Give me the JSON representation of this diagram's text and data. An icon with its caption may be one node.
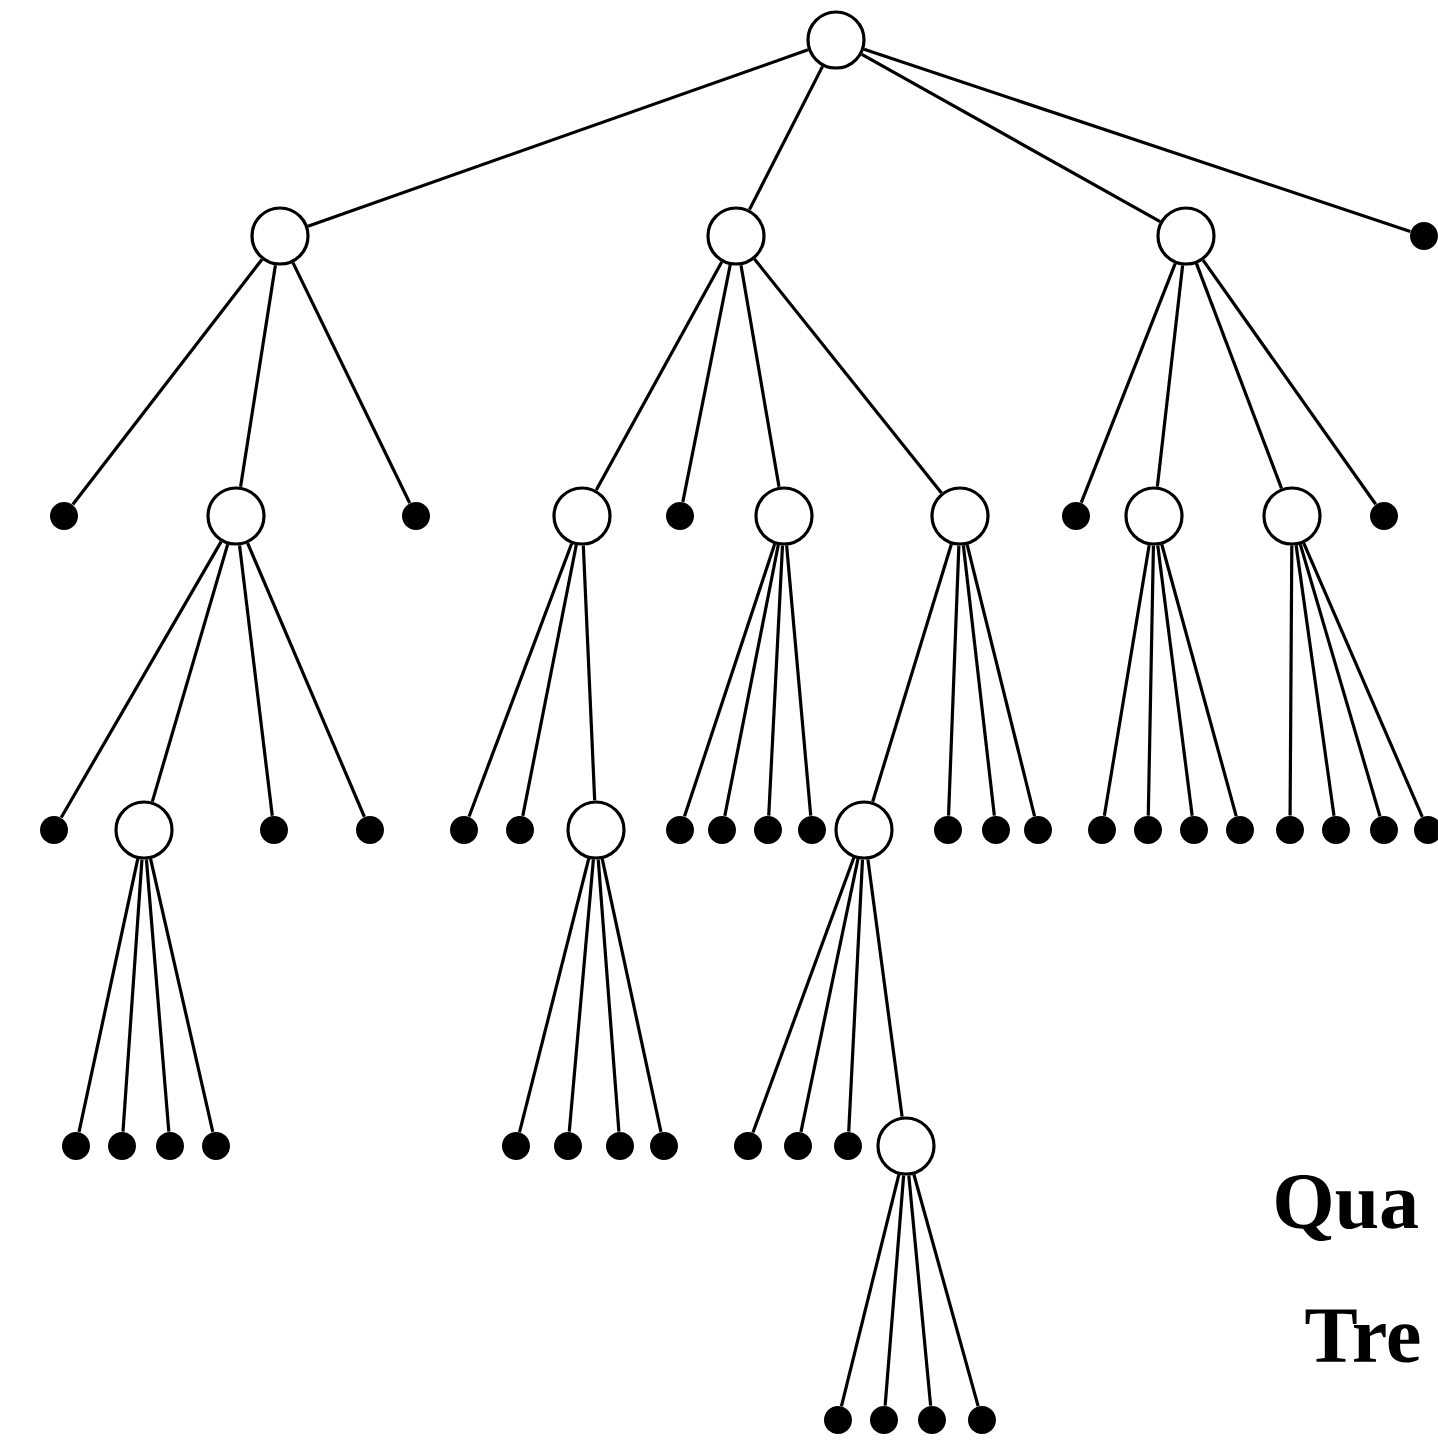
{
  "diagram": {
    "nodes": [
      {
        "text": [],
        "shape": "circle"
      },
      {
        "text": [],
        "shape": "circle"
      },
      {
        "text": [],
        "shape": "circle"
      },
      {
        "text": [],
        "shape": "circle"
      },
      {
        "text": [],
        "shape": "dot"
      },
      {
        "text": [],
        "shape": "dot"
      },
      {
        "text": [],
        "shape": "circle"
      },
      {
        "text": [],
        "shape": "dot"
      },
      {
        "text": [],
        "shape": "circle"
      },
      {
        "text": [],
        "shape": "dot"
      },
      {
        "text": [],
        "shape": "circle"
      },
      {
        "text": [],
        "shape": "circle"
      },
      {
        "text": [],
        "shape": "dot"
      },
      {
        "text": [],
        "shape": "circle"
      },
      {
        "text": [],
        "shape": "circle"
      },
      {
        "text": [],
        "shape": "dot"
      },
      {
        "text": [],
        "shape": "dot"
      },
      {
        "text": [],
        "shape": "circle"
      },
      {
        "text": [],
        "shape": "dot"
      },
      {
        "text": [],
        "shape": "dot"
      },
      {
        "text": [],
        "shape": "dot"
      },
      {
        "text": [],
        "shape": "dot"
      },
      {
        "text": [],
        "shape": "circle"
      },
      {
        "text": [],
        "shape": "dot"
      },
      {
        "text": [],
        "shape": "dot"
      },
      {
        "text": [],
        "shape": "dot"
      },
      {
        "text": [],
        "shape": "dot"
      },
      {
        "text": [],
        "shape": "circle"
      },
      {
        "text": [],
        "shape": "dot"
      },
      {
        "text": [],
        "shape": "dot"
      },
      {
        "text": [],
        "shape": "dot"
      },
      {
        "text": [],
        "shape": "dot"
      },
      {
        "text": [],
        "shape": "dot"
      },
      {
        "text": [],
        "shape": "dot"
      },
      {
        "text": [],
        "shape": "dot"
      },
      {
        "text": [],
        "shape": "dot"
      },
      {
        "text": [],
        "shape": "dot"
      },
      {
        "text": [],
        "shape": "dot"
      },
      {
        "text": [],
        "shape": "dot"
      },
      {
        "text": [],
        "shape": "dot"
      },
      {
        "text": [],
        "shape": "dot"
      },
      {
        "text": [],
        "shape": "dot"
      },
      {
        "text": [],
        "shape": "dot"
      },
      {
        "text": [],
        "shape": "dot"
      },
      {
        "text": [],
        "shape": "dot"
      },
      {
        "text": [],
        "shape": "dot"
      },
      {
        "text": [],
        "shape": "dot"
      },
      {
        "text": [],
        "shape": "dot"
      },
      {
        "text": [],
        "shape": "dot"
      },
      {
        "text": [],
        "shape": "dot"
      },
      {
        "text": [],
        "shape": "circle"
      },
      {
        "text": [],
        "shape": "dot"
      },
      {
        "text": [],
        "shape": "dot"
      },
      {
        "text": [],
        "shape": "dot"
      },
      {
        "text": [],
        "shape": "dot"
      }
    ],
    "edges": [
      {
        "from": 0,
        "to": 1,
        "arrow": "none"
      },
      {
        "from": 0,
        "to": 2,
        "arrow": "none"
      },
      {
        "from": 0,
        "to": 3,
        "arrow": "none"
      },
      {
        "from": 0,
        "to": 4,
        "arrow": "none"
      },
      {
        "from": 1,
        "to": 5,
        "arrow": "none"
      },
      {
        "from": 1,
        "to": 6,
        "arrow": "none"
      },
      {
        "from": 1,
        "to": 7,
        "arrow": "none"
      },
      {
        "from": 2,
        "to": 8,
        "arrow": "none"
      },
      {
        "from": 2,
        "to": 9,
        "arrow": "none"
      },
      {
        "from": 2,
        "to": 10,
        "arrow": "none"
      },
      {
        "from": 2,
        "to": 11,
        "arrow": "none"
      },
      {
        "from": 3,
        "to": 12,
        "arrow": "none"
      },
      {
        "from": 3,
        "to": 13,
        "arrow": "none"
      },
      {
        "from": 3,
        "to": 14,
        "arrow": "none"
      },
      {
        "from": 3,
        "to": 15,
        "arrow": "none"
      },
      {
        "from": 6,
        "to": 16,
        "arrow": "none"
      },
      {
        "from": 6,
        "to": 17,
        "arrow": "none"
      },
      {
        "from": 6,
        "to": 18,
        "arrow": "none"
      },
      {
        "from": 6,
        "to": 19,
        "arrow": "none"
      },
      {
        "from": 8,
        "to": 20,
        "arrow": "none"
      },
      {
        "from": 8,
        "to": 21,
        "arrow": "none"
      },
      {
        "from": 8,
        "to": 22,
        "arrow": "none"
      },
      {
        "from": 10,
        "to": 23,
        "arrow": "none"
      },
      {
        "from": 10,
        "to": 24,
        "arrow": "none"
      },
      {
        "from": 10,
        "to": 25,
        "arrow": "none"
      },
      {
        "from": 10,
        "to": 26,
        "arrow": "none"
      },
      {
        "from": 11,
        "to": 27,
        "arrow": "none"
      },
      {
        "from": 11,
        "to": 28,
        "arrow": "none"
      },
      {
        "from": 11,
        "to": 29,
        "arrow": "none"
      },
      {
        "from": 11,
        "to": 30,
        "arrow": "none"
      },
      {
        "from": 13,
        "to": 31,
        "arrow": "none"
      },
      {
        "from": 13,
        "to": 32,
        "arrow": "none"
      },
      {
        "from": 13,
        "to": 33,
        "arrow": "none"
      },
      {
        "from": 13,
        "to": 34,
        "arrow": "none"
      },
      {
        "from": 14,
        "to": 35,
        "arrow": "none"
      },
      {
        "from": 14,
        "to": 36,
        "arrow": "none"
      },
      {
        "from": 14,
        "to": 37,
        "arrow": "none"
      },
      {
        "from": 14,
        "to": 38,
        "arrow": "none"
      },
      {
        "from": 17,
        "to": 39,
        "arrow": "none"
      },
      {
        "from": 17,
        "to": 40,
        "arrow": "none"
      },
      {
        "from": 17,
        "to": 41,
        "arrow": "none"
      },
      {
        "from": 17,
        "to": 42,
        "arrow": "none"
      },
      {
        "from": 22,
        "to": 43,
        "arrow": "none"
      },
      {
        "from": 22,
        "to": 44,
        "arrow": "none"
      },
      {
        "from": 22,
        "to": 45,
        "arrow": "none"
      },
      {
        "from": 22,
        "to": 46,
        "arrow": "none"
      },
      {
        "from": 27,
        "to": 47,
        "arrow": "none"
      },
      {
        "from": 27,
        "to": 48,
        "arrow": "none"
      },
      {
        "from": 27,
        "to": 49,
        "arrow": "none"
      },
      {
        "from": 27,
        "to": 50,
        "arrow": "none"
      },
      {
        "from": 50,
        "to": 51,
        "arrow": "none"
      },
      {
        "from": 50,
        "to": 52,
        "arrow": "none"
      },
      {
        "from": 50,
        "to": 53,
        "arrow": "none"
      },
      {
        "from": 50,
        "to": 54,
        "arrow": "none"
      }
    ],
    "labels": [
      "Qua",
      "Tre"
    ]
  }
}
